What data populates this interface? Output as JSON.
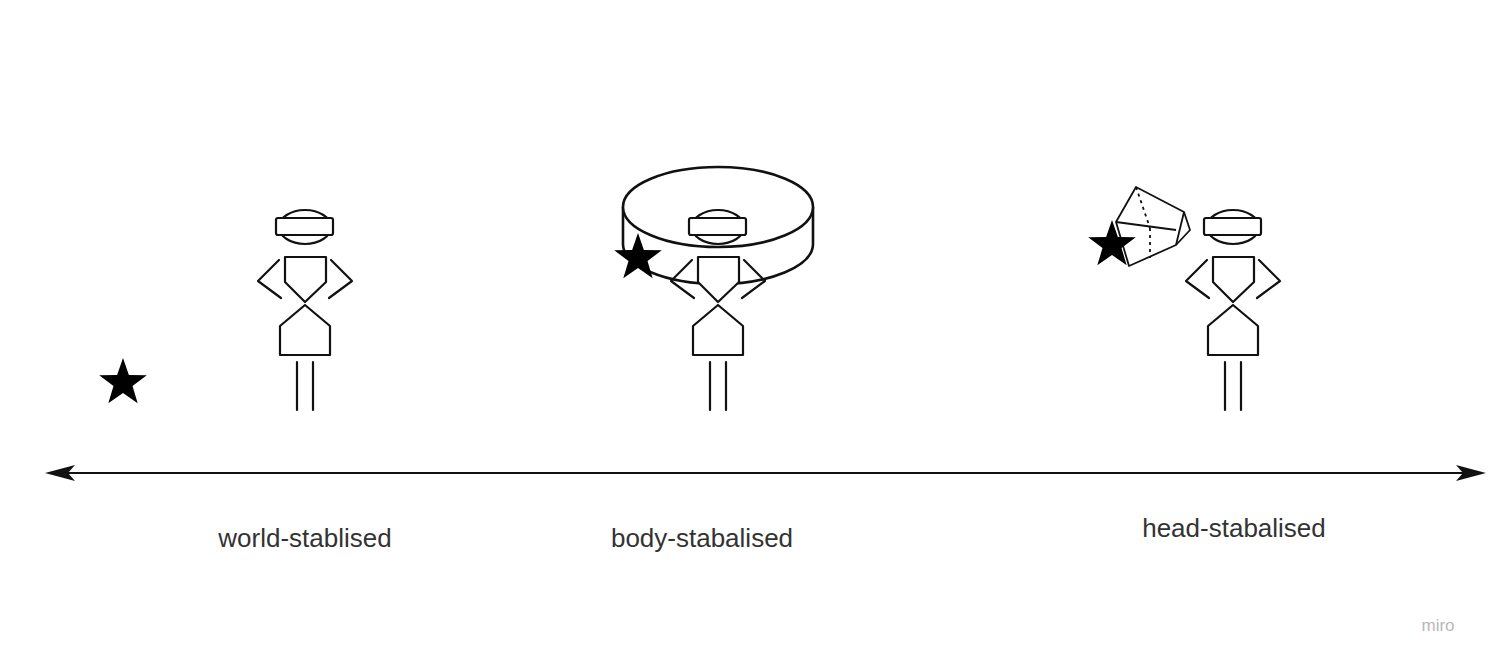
{
  "diagram": {
    "labels": [
      "world-stablised",
      "body-stabalised",
      "head-stabalised",
      "miro"
    ]
  }
}
